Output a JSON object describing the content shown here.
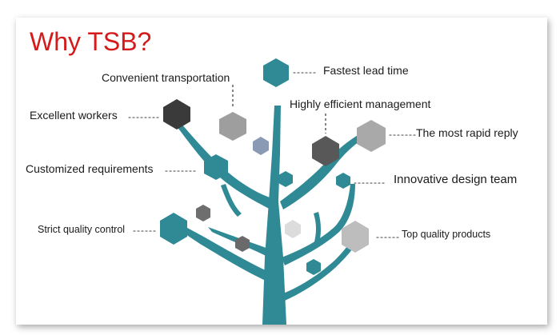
{
  "title": "Why TSB?",
  "labels": {
    "fastest_lead_time": "Fastest lead time",
    "convenient_transportation": "Convenient transportation",
    "highly_efficient_management": "Highly efficient management",
    "excellent_workers": "Excellent workers",
    "most_rapid_reply": "The most rapid reply",
    "customized_requirements": "Customized requirements",
    "innovative_design_team": "Innovative design team",
    "strict_quality_control": "Strict quality control",
    "top_quality_products": "Top quality products"
  },
  "colors": {
    "title": "#d41a1a",
    "teal": "#2f8a96",
    "dark_gray": "#585858",
    "mid_gray": "#9e9e9e",
    "light_gray": "#cfcfcf",
    "slate_blue": "#8a9ab5"
  }
}
